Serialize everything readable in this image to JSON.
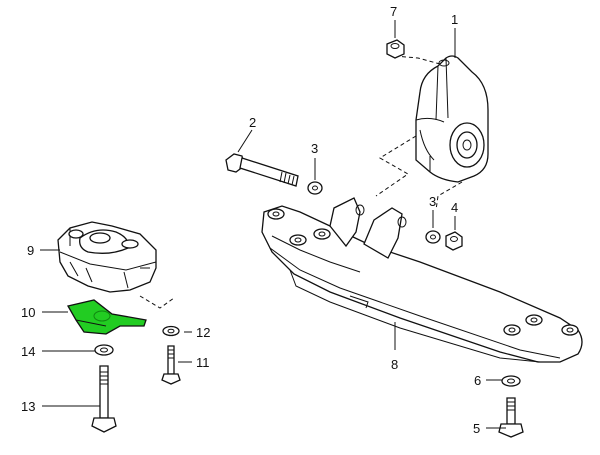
{
  "colors": {
    "line": "#111111",
    "background": "#ffffff",
    "highlight": "#22cc22",
    "highlight_dark": "#118811"
  },
  "callouts": {
    "c1": "1",
    "c2": "2",
    "c3a": "3",
    "c3b": "3",
    "c4": "4",
    "c5": "5",
    "c6": "6",
    "c7": "7",
    "c8": "8",
    "c9": "9",
    "c10": "10",
    "c11": "11",
    "c12": "12",
    "c13": "13",
    "c14": "14"
  },
  "highlighted_part": "10"
}
